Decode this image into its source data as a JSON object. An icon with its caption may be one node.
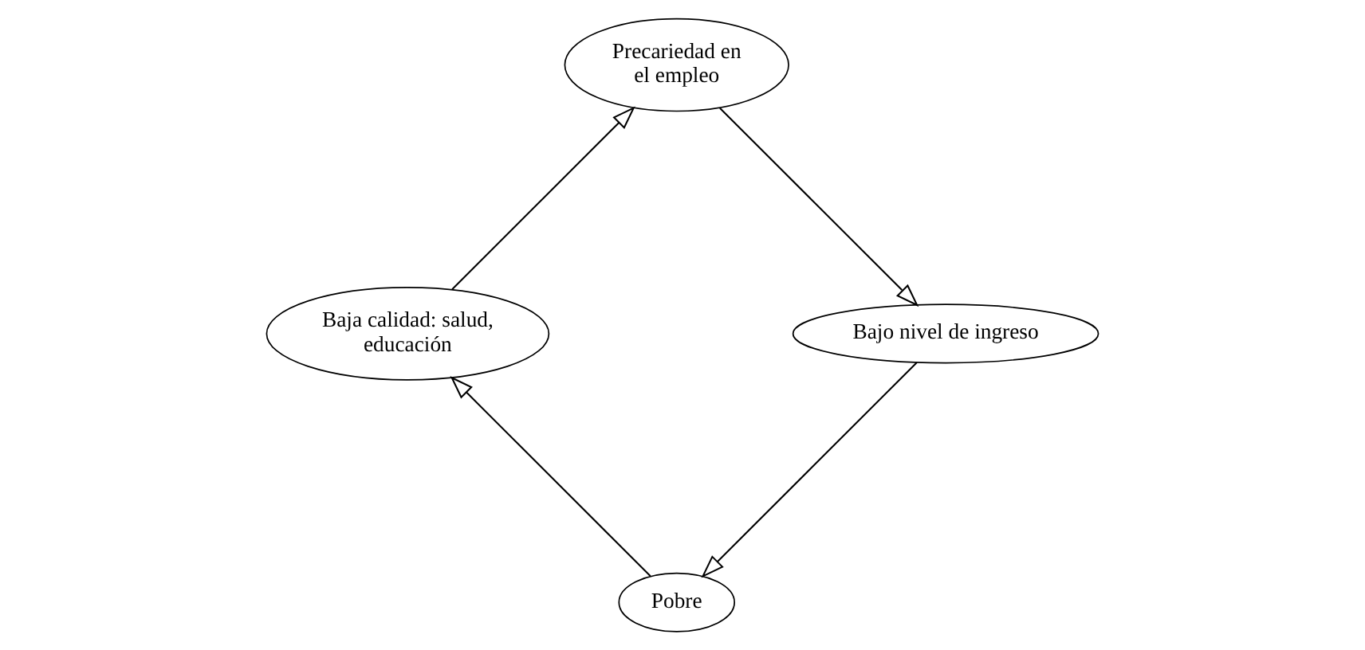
{
  "diagram": {
    "nodes": [
      {
        "text": [
          "Pobre"
        ]
      },
      {
        "text": [
          "Baja calidad: salud, educación"
        ]
      },
      {
        "text": [
          "Precariedad en el empleo"
        ]
      },
      {
        "text": [
          "Bajo nivel de ingreso"
        ]
      }
    ],
    "edges": [
      {
        "from": 0,
        "to": 1,
        "arrow": "to"
      },
      {
        "from": 1,
        "to": 2,
        "arrow": "to"
      },
      {
        "from": 2,
        "to": 3,
        "arrow": "to"
      },
      {
        "from": 3,
        "to": 0,
        "arrow": "to"
      }
    ]
  }
}
